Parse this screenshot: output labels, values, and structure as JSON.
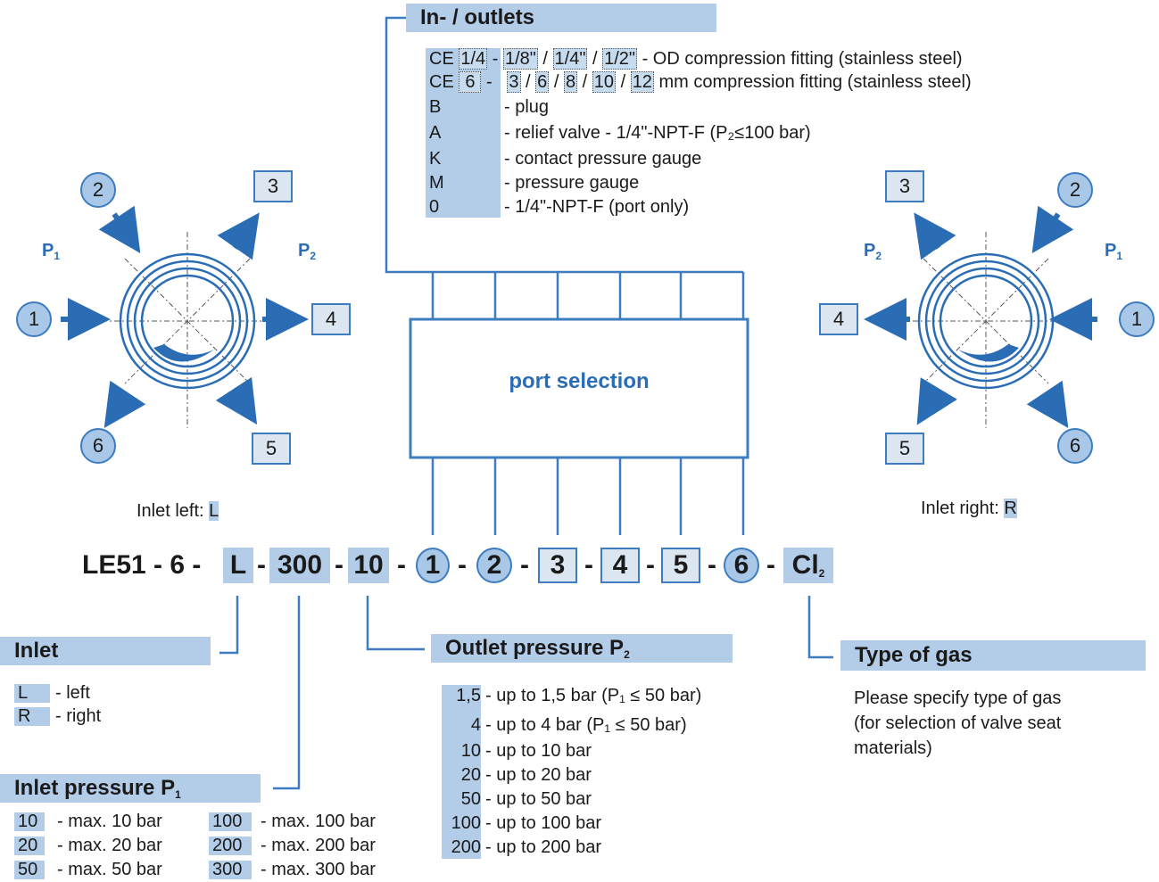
{
  "outlets": {
    "title": "In- / outlets",
    "rows": [
      {
        "code": "CE",
        "rest": " - OD compression fitting (stainless steel)",
        "box1": "1/4",
        "sizes": [
          "1/8\"",
          "1/4\"",
          "1/2\""
        ]
      },
      {
        "code": "CE",
        "rest": " mm compression fitting (stainless steel)",
        "box1": "6",
        "sizes": [
          "3",
          "6",
          "8",
          "10",
          "12"
        ]
      },
      {
        "code": "B",
        "desc": "- plug"
      },
      {
        "code": "A",
        "desc": "- relief valve - 1/4\"-NPT-F (P₂≤100 bar)"
      },
      {
        "code": "K",
        "desc": "- contact pressure gauge"
      },
      {
        "code": "M",
        "desc": "-  pressure gauge"
      },
      {
        "code": "0",
        "desc": "- 1/4\"-NPT-F (port only)"
      }
    ]
  },
  "port_selection": "port selection",
  "left_diagram": {
    "p1": "P",
    "p1_sub": "1",
    "p2": "P",
    "p2_sub": "2",
    "ports": [
      "1",
      "2",
      "3",
      "4",
      "5",
      "6"
    ],
    "caption": "Inlet left:",
    "caption_code": "L"
  },
  "right_diagram": {
    "p1": "P",
    "p1_sub": "1",
    "p2": "P",
    "p2_sub": "2",
    "ports": [
      "1",
      "2",
      "3",
      "4",
      "5",
      "6"
    ],
    "caption": "Inlet right:",
    "caption_code": "R"
  },
  "order_code": {
    "prefix": "LE51 - 6 -",
    "inlet": "L",
    "p1": "300",
    "p2": "10",
    "ports": [
      "1",
      "2",
      "3",
      "4",
      "5",
      "6"
    ],
    "sep": "-",
    "gas": "Cl",
    "gas_sub": "2"
  },
  "inlet": {
    "title": "Inlet",
    "rows": [
      {
        "code": "L",
        "desc": "- left"
      },
      {
        "code": "R",
        "desc": "- right"
      }
    ]
  },
  "inlet_pressure": {
    "title": "Inlet pressure P",
    "title_sub": "1",
    "rows": [
      {
        "code": "10",
        "desc": "- max. 10 bar"
      },
      {
        "code": "20",
        "desc": "- max. 20 bar"
      },
      {
        "code": "50",
        "desc": "- max. 50 bar"
      },
      {
        "code": "100",
        "desc": "- max. 100 bar"
      },
      {
        "code": "200",
        "desc": "- max. 200 bar"
      },
      {
        "code": "300",
        "desc": "- max. 300 bar"
      }
    ]
  },
  "outlet_pressure": {
    "title": "Outlet pressure P",
    "title_sub": "2",
    "rows": [
      {
        "code": "1,5",
        "desc": "- up to 1,5 bar (P₁ ≤ 50 bar)"
      },
      {
        "code": "4",
        "desc": "- up to 4 bar (P₁ ≤ 50 bar)"
      },
      {
        "code": "10",
        "desc": "- up to 10 bar"
      },
      {
        "code": "20",
        "desc": "- up to 20 bar"
      },
      {
        "code": "50",
        "desc": "- up to 50 bar"
      },
      {
        "code": "100",
        "desc": "- up to 100 bar"
      },
      {
        "code": "200",
        "desc": "- up to 200 bar"
      }
    ]
  },
  "gas_type": {
    "title": "Type of gas",
    "lines": [
      "Please specify type of gas",
      "(for selection of valve seat",
      "materials)"
    ]
  },
  "colors": {
    "accent_blue": "#2a6db5",
    "box_fill": "#b3cde9",
    "line": "#3d7cc0"
  }
}
